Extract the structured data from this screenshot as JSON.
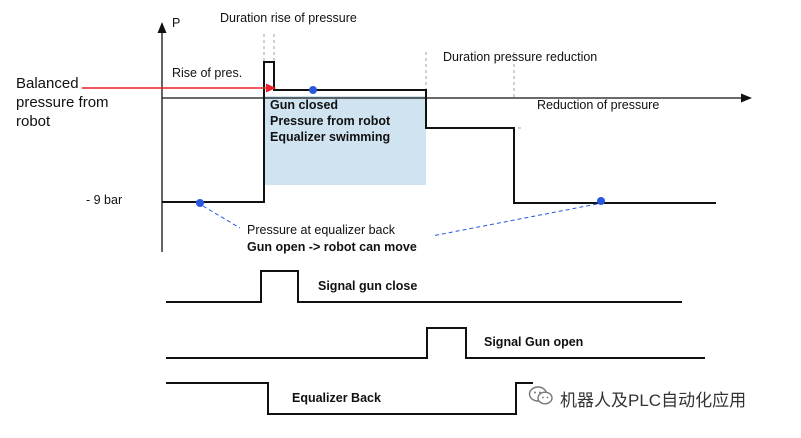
{
  "diagram": {
    "axis": {
      "y_label": "P"
    },
    "labels": {
      "duration_rise": "Duration rise of pressure",
      "rise_of_pres": "Rise of pres.",
      "duration_reduction": "Duration pressure reduction",
      "reduction_of_pressure": "Reduction of pressure",
      "balanced_pressure": "Balanced\npressure from\nrobot",
      "gun_closed": "Gun closed\nPressure from robot\nEqualizer swimming",
      "minus_9_bar": "- 9 bar",
      "pressure_equalizer_back": "Pressure at equalizer back",
      "gun_open_robot_move": "Gun open -> robot can move"
    },
    "signals": {
      "gun_close": "Signal gun close",
      "gun_open": "Signal Gun open",
      "equalizer_back": "Equalizer Back"
    },
    "colors": {
      "arrow_red": "#e8202a",
      "highlight_blue": "#cfe3f1",
      "dot_blue": "#2a57e0",
      "dashed_gray": "#a0a0a0",
      "line_black": "#111111"
    }
  },
  "watermark": {
    "icon": "wechat-icon",
    "text": "机器人及PLC自动化应用"
  }
}
